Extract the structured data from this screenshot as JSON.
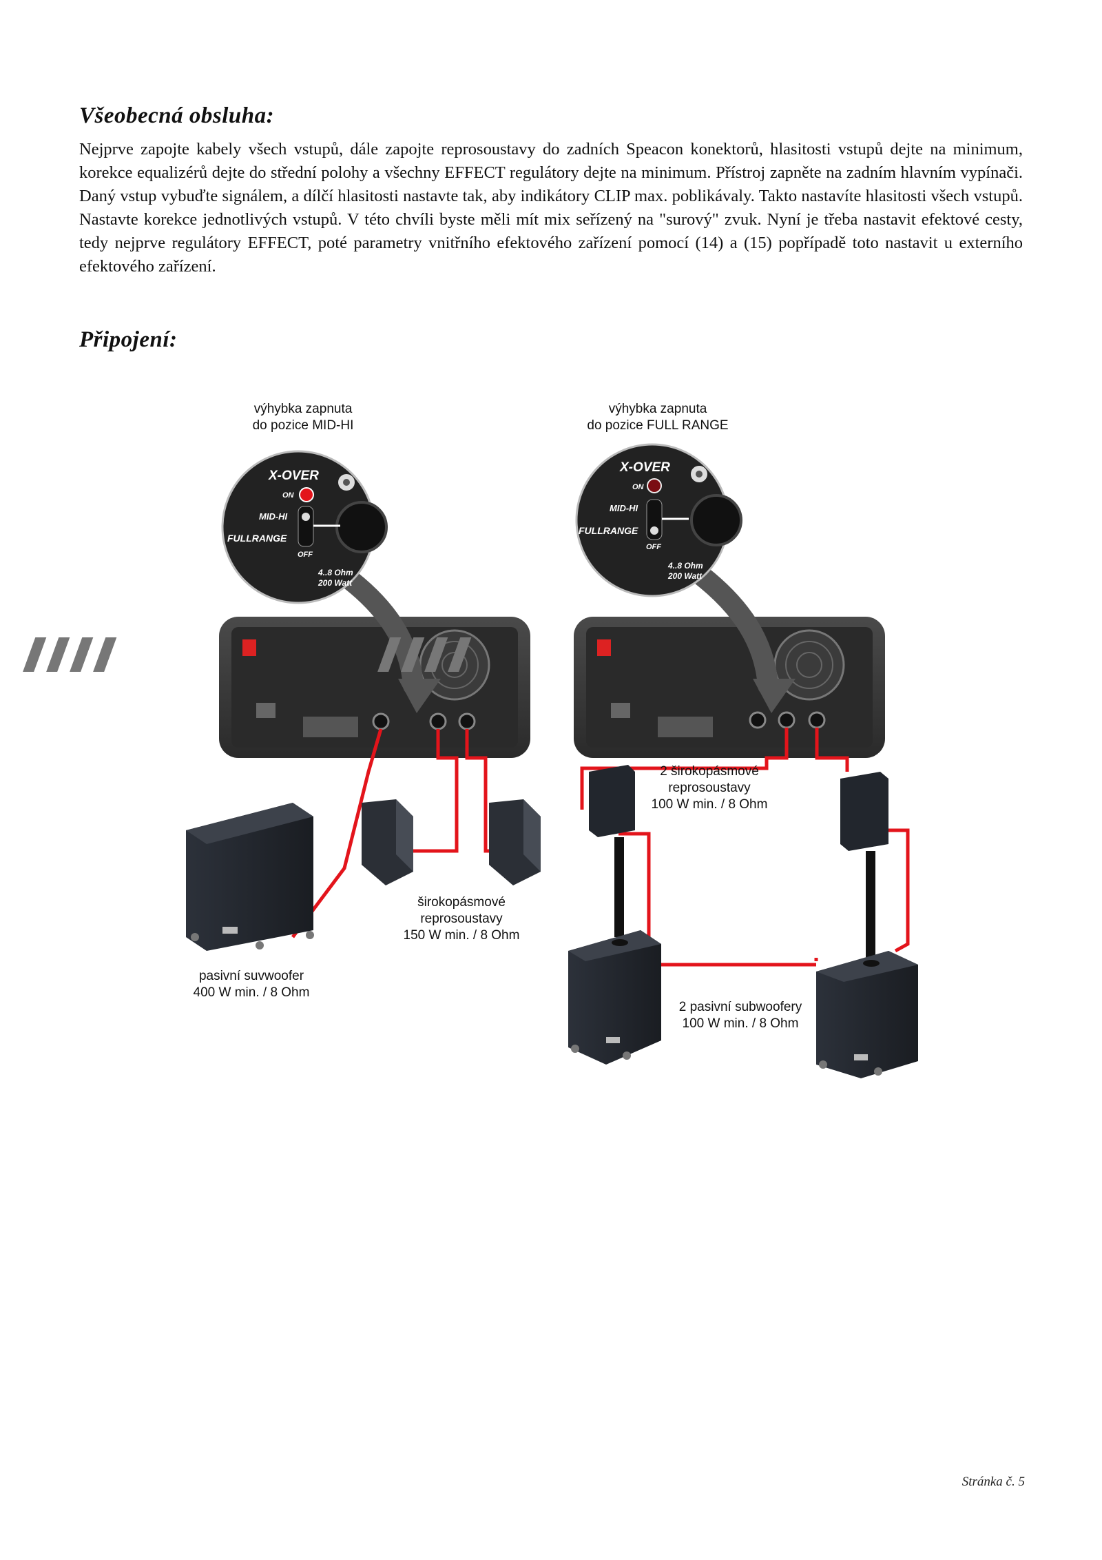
{
  "section1": {
    "heading": "Všeobecná obsluha:",
    "paragraph": "Nejprve zapojte kabely všech vstupů, dále zapojte reprosoustavy do zadních Speacon konektorů, hlasitosti vstupů dejte na minimum, korekce equalizérů dejte do střední polohy a všechny EFFECT regulátory dejte na minimum. Přístroj zapněte na zadním hlavním vypínači. Daný vstup vybuďte signálem, a dílčí hlasitosti nastavte tak, aby indikátory CLIP max. poblikávaly. Takto nastavíte hlasitosti všech vstupů. Nastavte korekce jednotlivých vstupů. V této chvíli byste měli mít mix seřízený na \"surový\" zvuk. Nyní je třeba nastavit efektové cesty, tedy nejprve regulátory EFFECT, poté parametry vnitřního efektového zařízení pomocí (14) a (15) popřípadě toto nastavit u externího efektového zařízení."
  },
  "section2": {
    "heading": "Připojení:"
  },
  "left": {
    "title1": "výhybka zapnuta",
    "title2": "do pozice MID-HI",
    "xover": "X-OVER",
    "on": "ON",
    "midhi": "MID-HI",
    "fullrange": "FULLRANGE",
    "off": "OFF",
    "ohm": "4..8 Ohm",
    "watt": "200 Watt",
    "speakers1": "širokopásmové",
    "speakers2": "reprosoustavy",
    "speakers3": "150 W min. / 8 Ohm",
    "sub1": "pasivní suvwoofer",
    "sub2": "400 W min. / 8 Ohm"
  },
  "right": {
    "title1": "výhybka zapnuta",
    "title2": "do pozice FULL RANGE",
    "xover": "X-OVER",
    "on": "ON",
    "midhi": "MID-HI",
    "fullrange": "FULLRANGE",
    "off": "OFF",
    "ohm": "4..8 Ohm",
    "watt": "200 Watt",
    "speakers1": "2 širokopásmové",
    "speakers2": "reprosoustavy",
    "speakers3": "100 W min. /  8 Ohm",
    "sub1": "2 pasivní subwoofery",
    "sub2": "100 W min. / 8 Ohm"
  },
  "colors": {
    "cable": "#e3141b",
    "device": "#3a3a3a",
    "panel": "#1e1e1e",
    "cabinet": "#22262e"
  },
  "footer": {
    "page": "Stránka č. 5"
  }
}
